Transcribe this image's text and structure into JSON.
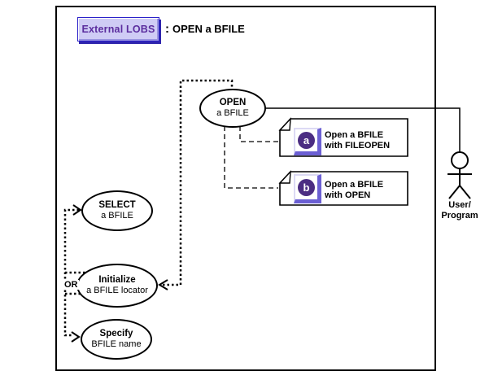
{
  "header": {
    "badge": "External LOBS",
    "colon": ":",
    "title": "OPEN a BFILE"
  },
  "usecases": {
    "open": {
      "line1": "OPEN",
      "line2": "a BFILE"
    },
    "select": {
      "line1": "SELECT",
      "line2": "a BFILE"
    },
    "initialize": {
      "line1": "Initialize",
      "line2": "a BFILE locator"
    },
    "specify": {
      "line1": "Specify",
      "line2": "BFILE name"
    }
  },
  "or_label": "OR",
  "notes": {
    "fileopen": {
      "icon_letter": "a",
      "line1": "Open a BFILE",
      "line2": "with FILEOPEN"
    },
    "open": {
      "icon_letter": "b",
      "line1": "Open a BFILE",
      "line2": "with OPEN"
    }
  },
  "actor": {
    "line1": "User/",
    "line2": "Program"
  },
  "colors": {
    "badge_face": "#cfccf5",
    "badge_border": "#2b21c9",
    "badge_shadow": "#2e24ad",
    "badge_text": "#5b2d9e",
    "icon_edge": "#6b5fd3",
    "icon_circle": "#4b2d82"
  }
}
